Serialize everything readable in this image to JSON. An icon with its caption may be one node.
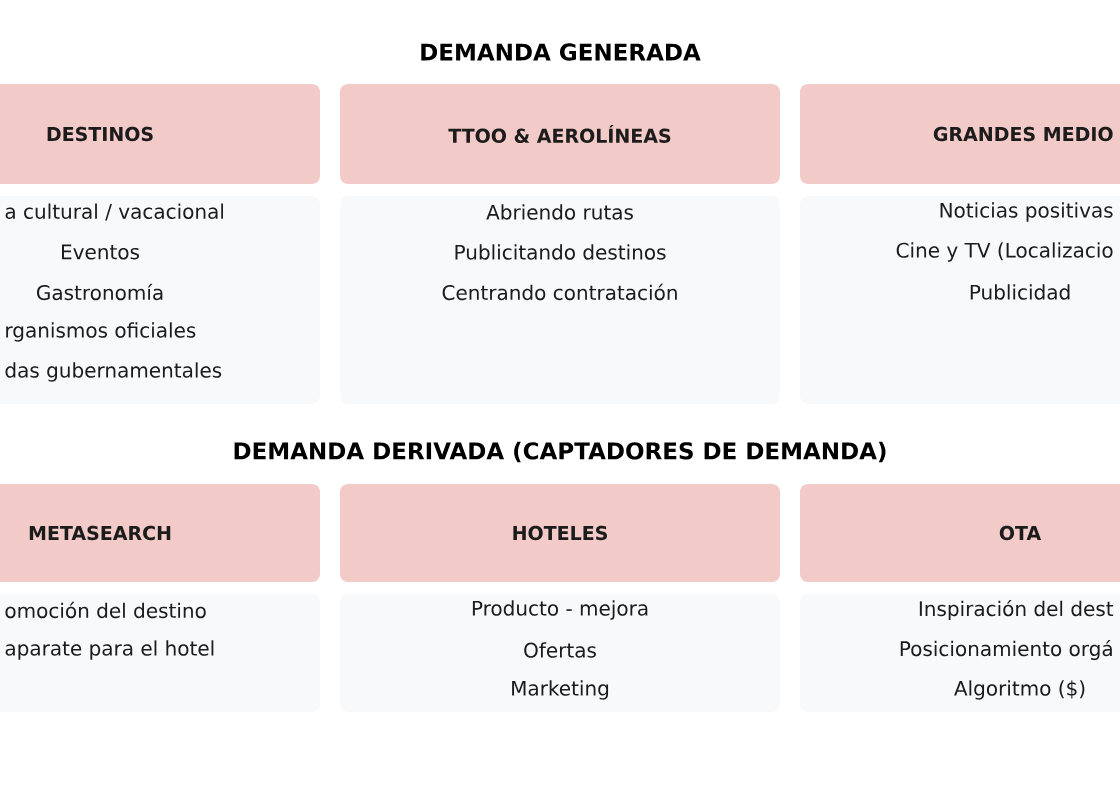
{
  "diagram": {
    "nodes": [
      {
        "text": [
          "DESTINOS"
        ]
      },
      {
        "text": [
          "TTOO & AEROLÍNEAS"
        ]
      },
      {
        "text": [
          "GRANDES MEDIO"
        ]
      },
      {
        "text": [
          "a cultural / vacacional",
          "Eventos",
          "Gastronomía",
          "rganismos oficiales",
          "das gubernamentales"
        ]
      },
      {
        "text": [
          "Abriendo rutas",
          "Publicitando destinos",
          "Centrando contratación"
        ]
      },
      {
        "text": [
          "Noticias positivas",
          "Cine y TV (Localizacio",
          "Publicidad"
        ]
      },
      {
        "text": [
          "METASEARCH"
        ]
      },
      {
        "text": [
          "HOTELES"
        ]
      },
      {
        "text": [
          "OTA"
        ]
      },
      {
        "text": [
          "omoción del destino",
          "aparate para el hotel"
        ]
      },
      {
        "text": [
          "Producto - mejora",
          "Ofertas",
          "Marketing"
        ]
      },
      {
        "text": [
          "Inspiración del dest",
          "Posicionamiento orgá",
          "Algoritmo ($)"
        ]
      }
    ],
    "labels": [
      "DEMANDA GENERADA",
      "DEMANDA DERIVADA (CAPTADORES DE DEMANDA)"
    ]
  }
}
